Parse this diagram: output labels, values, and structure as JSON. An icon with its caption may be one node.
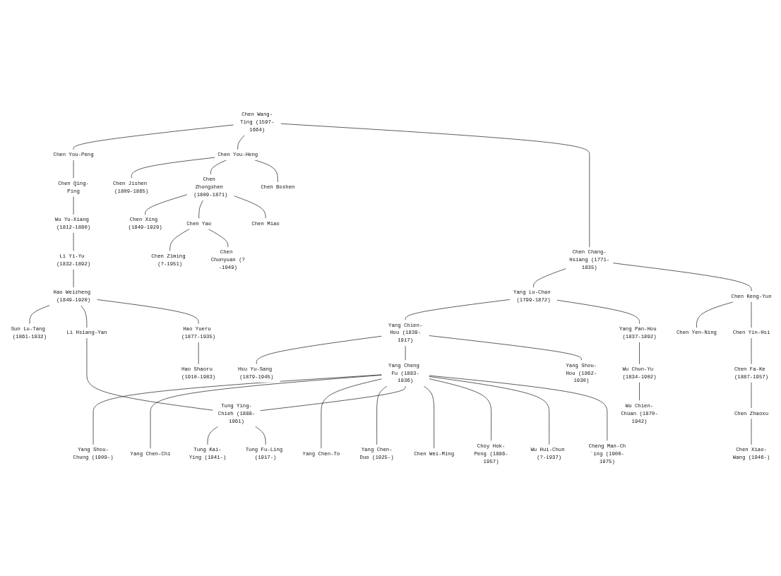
{
  "diagram": {
    "nodes": [
      {
        "text": [
          "Chen Wang-Ting (1597-1664)"
        ]
      },
      {
        "text": [
          "Chen You-Peng"
        ]
      },
      {
        "text": [
          "Chen You-Heng"
        ]
      },
      {
        "text": [
          "Chen Chang-Hsiang (1771-1835)"
        ]
      },
      {
        "text": [
          "Chen Qing-Ping"
        ]
      },
      {
        "text": [
          "Chen Jishen (1809-1865)"
        ]
      },
      {
        "text": [
          "Chen Zhongshen (1809-1871)"
        ]
      },
      {
        "text": [
          "Chen Boshen"
        ]
      },
      {
        "text": [
          "Yang Lu-Chan (1799-1872)"
        ]
      },
      {
        "text": [
          "Chen Keng-Yun"
        ]
      },
      {
        "text": [
          "Wu Yu-Xiang (1812-1880)"
        ]
      },
      {
        "text": [
          "Li Yi-Yu (1832-1892)"
        ]
      },
      {
        "text": [
          "Chen Xing (1849-1929)"
        ]
      },
      {
        "text": [
          "Chen Yao"
        ]
      },
      {
        "text": [
          "Chen Miao"
        ]
      },
      {
        "text": [
          "Yang Chien-Hou (1839-1917)"
        ]
      },
      {
        "text": [
          "Yang Pan-Hou (1837-1892)"
        ]
      },
      {
        "text": [
          "Chen Yen-Ning"
        ]
      },
      {
        "text": [
          "Chen Yin-Hsi"
        ]
      },
      {
        "text": [
          "Hao Weizheng (1849-1920)"
        ]
      },
      {
        "text": [
          "Wu Chun-Yu (1834-1902)"
        ]
      },
      {
        "text": [
          "Chen Fa-Ke (1887-1957)"
        ]
      },
      {
        "text": [
          "Chen Ziming (?-1951)"
        ]
      },
      {
        "text": [
          "Chen Chunyuan (?-1949)"
        ]
      },
      {
        "text": [
          "Hsu Yu-Sang (1879-1945)"
        ]
      },
      {
        "text": [
          "Yang Cheng Fu (1883-1936)"
        ]
      },
      {
        "text": [
          "Yang Shou-Hou (1862-1930)"
        ]
      },
      {
        "text": [
          "Wu Chien-Chüan (1870-1942)"
        ]
      },
      {
        "text": [
          "Chen Zhaoxu"
        ]
      },
      {
        "text": [
          "Sun Lu-Tang (1861-1932)"
        ]
      },
      {
        "text": [
          "Li Hsiang-Yan"
        ]
      },
      {
        "text": [
          "Hao Yueru (1877-1935)"
        ]
      },
      {
        "text": [
          "Chen Xiao-Wang (1946-)"
        ]
      },
      {
        "text": [
          "Hao Shaoru (1910-1983)"
        ]
      },
      {
        "text": [
          "Yang Shou-Chung (1909-)"
        ]
      },
      {
        "text": [
          "Yang Chen-Chi"
        ]
      },
      {
        "text": [
          "Yang Chen-To"
        ]
      },
      {
        "text": [
          "Yang Chen-Duo (1925-)"
        ]
      },
      {
        "text": [
          "Tung Ying-Chieh (1888-1961)"
        ]
      },
      {
        "text": [
          "Chen Wei-Ming"
        ]
      },
      {
        "text": [
          "Choy Hok-Peng (1886-1957)"
        ]
      },
      {
        "text": [
          "Wu Hui-Chun (?-1937)"
        ]
      },
      {
        "text": [
          "Cheng Man-Ch´ing (1900-1975)"
        ]
      },
      {
        "text": [
          "Tung Kai-Ying (1941-)"
        ]
      },
      {
        "text": [
          "Tung Fu-Ling (1917-)"
        ]
      }
    ],
    "edges": [
      {
        "from": 0,
        "to": 1,
        "arrow": "none"
      },
      {
        "from": 0,
        "to": 2,
        "arrow": "none"
      },
      {
        "from": 0,
        "to": 3,
        "arrow": "none"
      },
      {
        "from": 1,
        "to": 4,
        "arrow": "none"
      },
      {
        "from": 2,
        "to": 5,
        "arrow": "none"
      },
      {
        "from": 2,
        "to": 6,
        "arrow": "none"
      },
      {
        "from": 2,
        "to": 7,
        "arrow": "none"
      },
      {
        "from": 3,
        "to": 8,
        "arrow": "none"
      },
      {
        "from": 3,
        "to": 9,
        "arrow": "none"
      },
      {
        "from": 4,
        "to": 10,
        "arrow": "none"
      },
      {
        "from": 10,
        "to": 11,
        "arrow": "none"
      },
      {
        "from": 6,
        "to": 12,
        "arrow": "none"
      },
      {
        "from": 6,
        "to": 13,
        "arrow": "none"
      },
      {
        "from": 6,
        "to": 14,
        "arrow": "none"
      },
      {
        "from": 8,
        "to": 15,
        "arrow": "none"
      },
      {
        "from": 8,
        "to": 16,
        "arrow": "none"
      },
      {
        "from": 9,
        "to": 17,
        "arrow": "none"
      },
      {
        "from": 9,
        "to": 18,
        "arrow": "none"
      },
      {
        "from": 11,
        "to": 19,
        "arrow": "none"
      },
      {
        "from": 16,
        "to": 20,
        "arrow": "none"
      },
      {
        "from": 18,
        "to": 21,
        "arrow": "none"
      },
      {
        "from": 13,
        "to": 22,
        "arrow": "none"
      },
      {
        "from": 13,
        "to": 23,
        "arrow": "none"
      },
      {
        "from": 15,
        "to": 24,
        "arrow": "none"
      },
      {
        "from": 15,
        "to": 25,
        "arrow": "none"
      },
      {
        "from": 15,
        "to": 26,
        "arrow": "none"
      },
      {
        "from": 20,
        "to": 27,
        "arrow": "none"
      },
      {
        "from": 21,
        "to": 28,
        "arrow": "none"
      },
      {
        "from": 19,
        "to": 29,
        "arrow": "none"
      },
      {
        "from": 19,
        "to": 30,
        "arrow": "none"
      },
      {
        "from": 19,
        "to": 31,
        "arrow": "none"
      },
      {
        "from": 28,
        "to": 32,
        "arrow": "none"
      },
      {
        "from": 31,
        "to": 33,
        "arrow": "none"
      },
      {
        "from": 25,
        "to": 34,
        "arrow": "none"
      },
      {
        "from": 25,
        "to": 35,
        "arrow": "none"
      },
      {
        "from": 25,
        "to": 36,
        "arrow": "none"
      },
      {
        "from": 25,
        "to": 37,
        "arrow": "none"
      },
      {
        "from": 25,
        "to": 38,
        "arrow": "none"
      },
      {
        "from": 25,
        "to": 39,
        "arrow": "none"
      },
      {
        "from": 25,
        "to": 40,
        "arrow": "none"
      },
      {
        "from": 25,
        "to": 41,
        "arrow": "none"
      },
      {
        "from": 25,
        "to": 42,
        "arrow": "none"
      },
      {
        "from": 30,
        "to": 38,
        "arrow": "none"
      },
      {
        "from": 38,
        "to": 43,
        "arrow": "none"
      },
      {
        "from": 38,
        "to": 44,
        "arrow": "none"
      }
    ]
  }
}
